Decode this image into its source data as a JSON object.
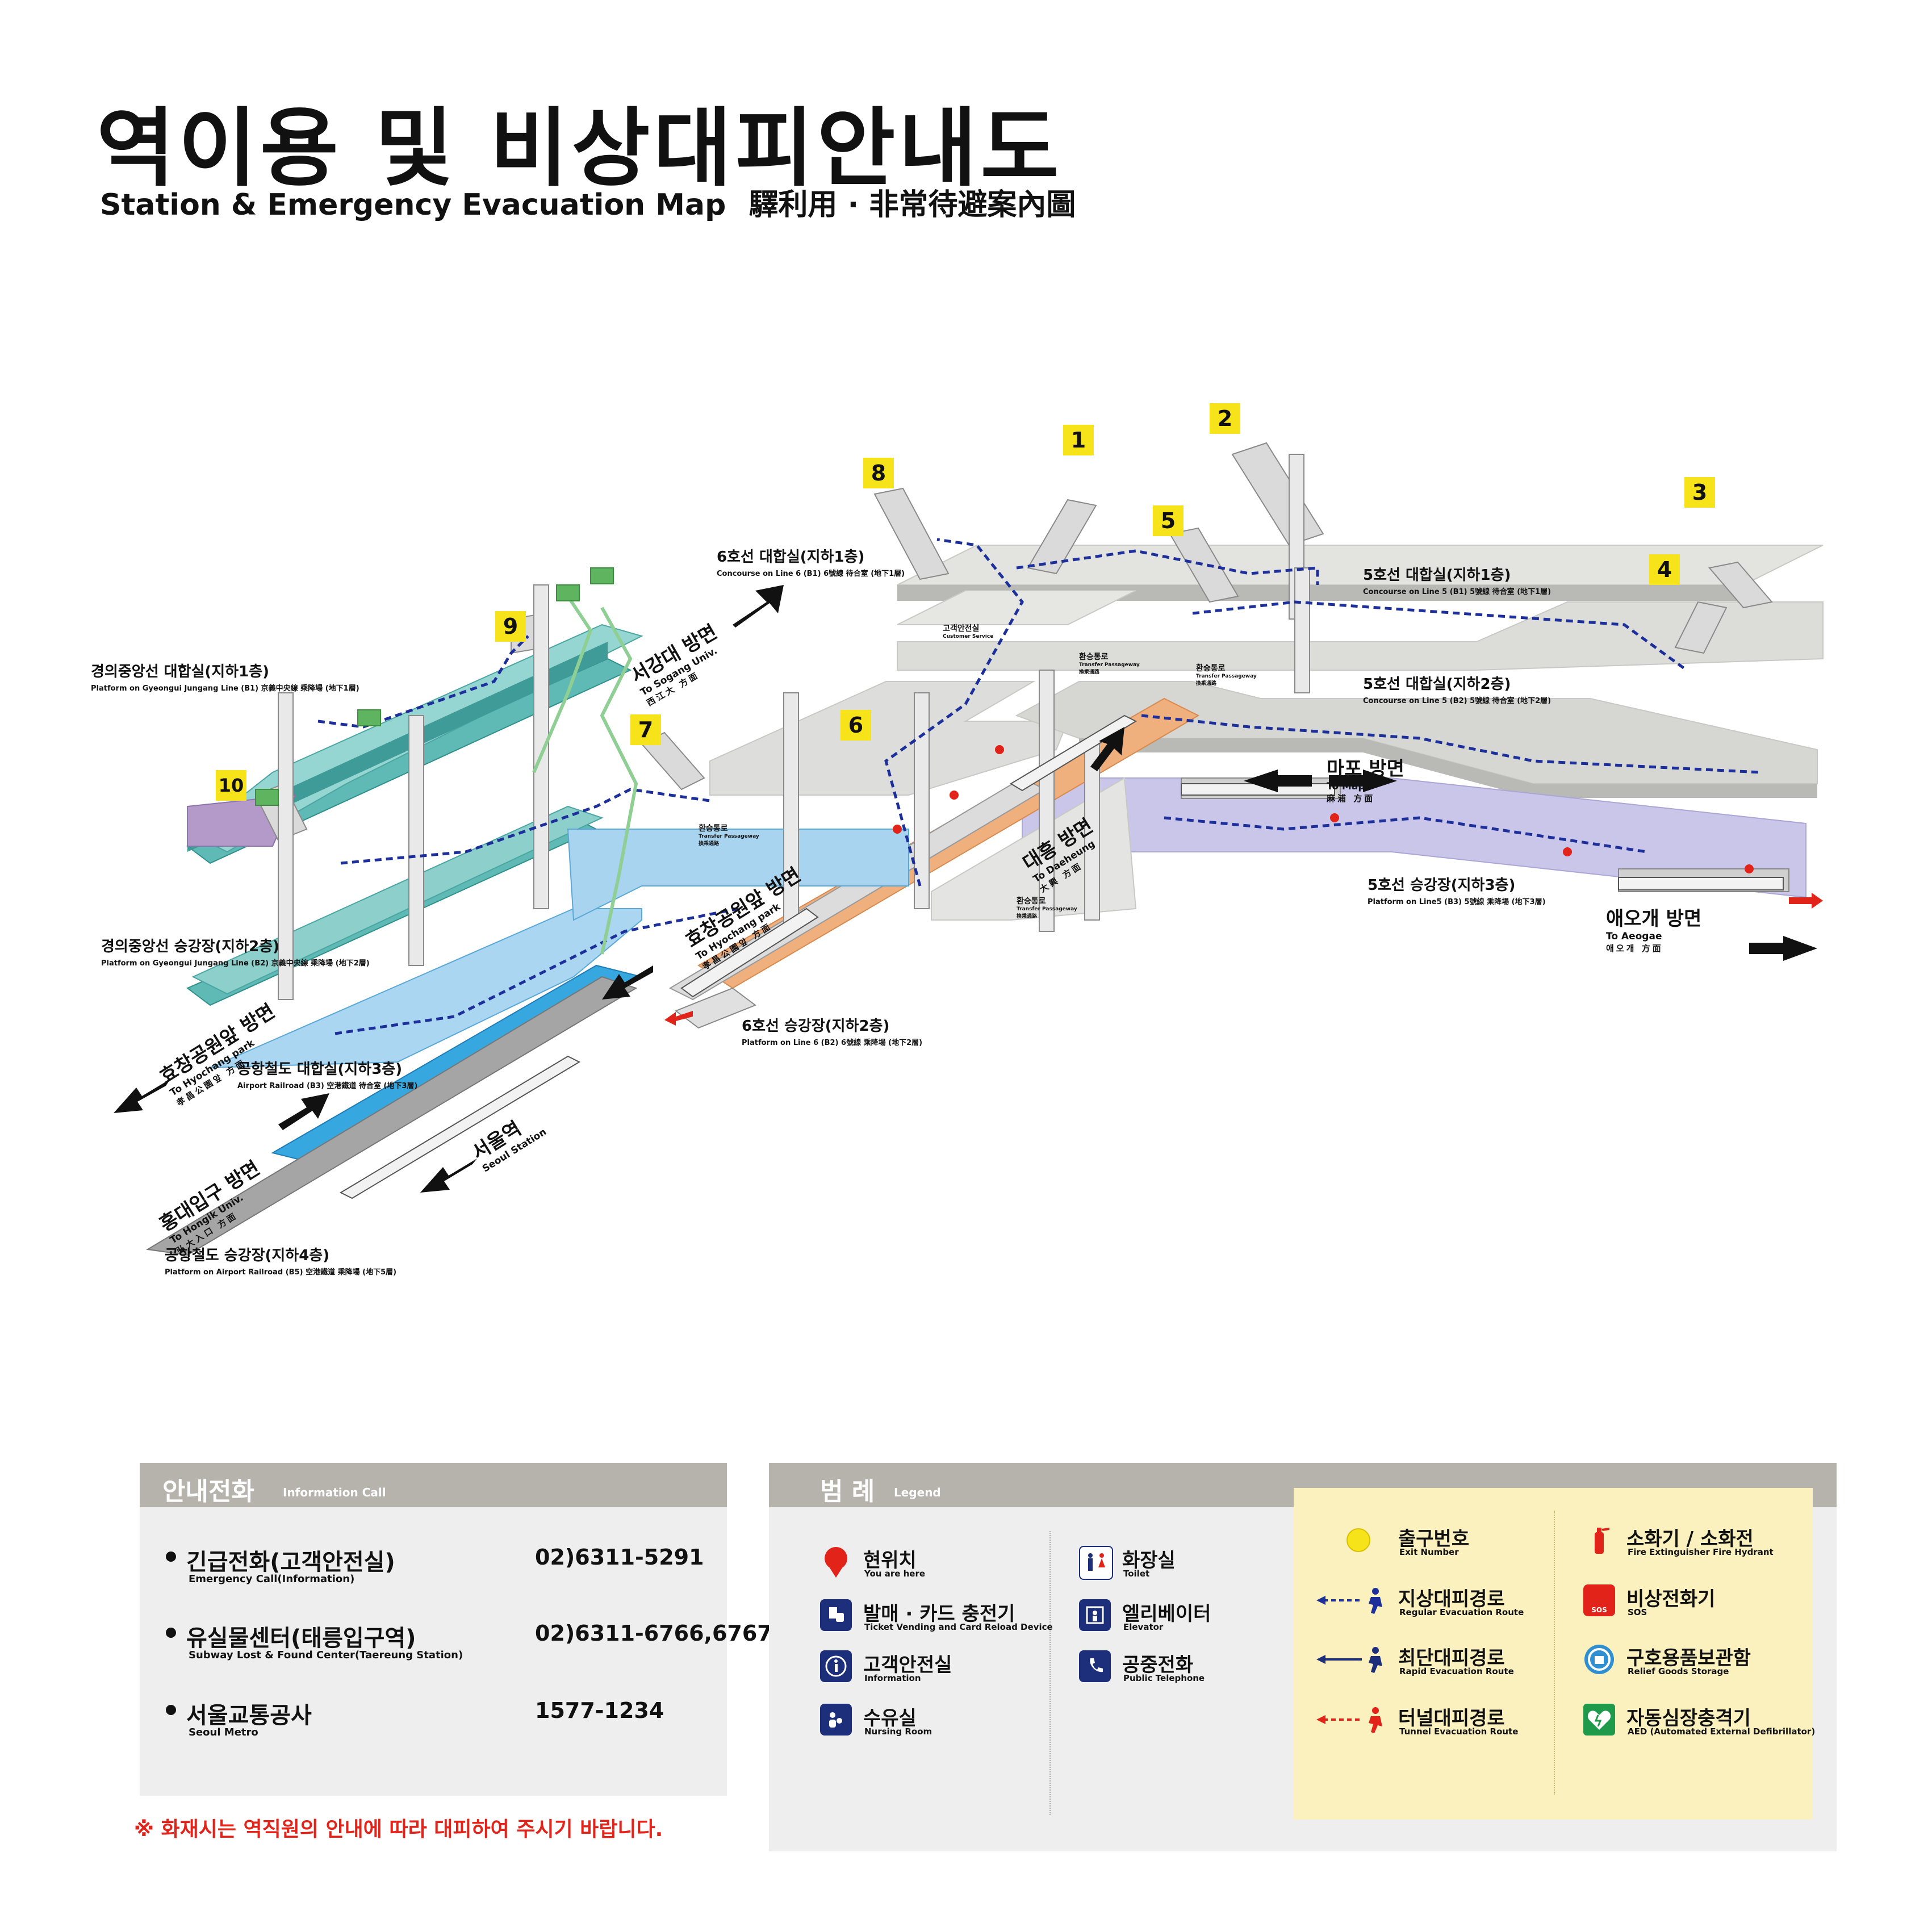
{
  "title": {
    "korean": "역이용 및 비상대피안내도",
    "english": "Station & Emergency Evacuation Map",
    "hanja": "驛利用 · 非常待避案內圖"
  },
  "exits": [
    "1",
    "2",
    "3",
    "4",
    "5",
    "6",
    "7",
    "8",
    "9",
    "10"
  ],
  "levels": {
    "line6_concourse": {
      "ko": "6호선 대합실(지하1층)",
      "en": "Concourse on Line 6 (B1)  6號線 待合室 (地下1層)"
    },
    "line5_concourse_b1": {
      "ko": "5호선 대합실(지하1층)",
      "en": "Concourse on Line 5 (B1)  5號線 待合室 (地下1層)"
    },
    "line5_concourse_b2": {
      "ko": "5호선 대합실(지하2층)",
      "en": "Concourse on Line 5 (B2)  5號線 待合室 (地下2層)"
    },
    "line5_platform": {
      "ko": "5호선 승강장(지하3층)",
      "en": "Platform on Line5 (B3)  5號線 乘降場 (地下3層)"
    },
    "line6_platform": {
      "ko": "6호선 승강장(지하2층)",
      "en": "Platform on Line 6 (B2)  6號線 乘降場 (地下2層)"
    },
    "gyeongui_b1": {
      "ko": "경의중앙선 대합실(지하1층)",
      "en": "Platform on Gyeongui Jungang Line (B1)  京義中央線 乘降場 (地下1層)"
    },
    "gyeongui_b2": {
      "ko": "경의중앙선 승강장(지하2층)",
      "en": "Platform on Gyeongui Jungang Line (B2)  京義中央線 乘降場 (地下2層)"
    },
    "airport_b3": {
      "ko": "공항철도 대합실(지하3층)",
      "en": "Airport Railroad (B3)  空港鐵道 待合室 (地下3層)"
    },
    "airport_b5": {
      "ko": "공항철도 승강장(지하4층)",
      "en": "Platform on Airport Railroad (B5)  空港鐵道 乘降場 (地下5層)"
    }
  },
  "small_labels": {
    "customer_service": "고객안전실",
    "customer_service_en": "Customer Service",
    "transfer": "환승통로",
    "transfer_en": "Transfer Passageway",
    "transfer_hanja": "換乘通路"
  },
  "directions": {
    "sogang": {
      "ko": "서강대 방면",
      "en": "To Sogang Univ.",
      "hanja": "西江大 方面"
    },
    "mapo": {
      "ko": "마포 방면",
      "en": "To Mapo",
      "hanja": "麻浦 方面"
    },
    "daeheung": {
      "ko": "대흥 방면",
      "en": "To Daeheung",
      "hanja": "大興 方面"
    },
    "aeogae": {
      "ko": "애오개 방면",
      "en": "To Aeogae",
      "hanja": "애오개 方面"
    },
    "hyochang_l6": {
      "ko": "효창공원앞 방면",
      "en": "To Hyochang park",
      "hanja": "孝昌公園앞 方面"
    },
    "hyochang_gy": {
      "ko": "효창공원앞 방면",
      "en": "To Hyochang park",
      "hanja": "孝昌公園앞 方面"
    },
    "hongik": {
      "ko": "홍대입구 방면",
      "en": "To Hongik Univ.",
      "hanja": "弘大入口 方面"
    },
    "seoul": {
      "ko": "서울역",
      "en": "Seoul Station"
    }
  },
  "info_call": {
    "heading_ko": "안내전화",
    "heading_en": "Information Call",
    "rows": [
      {
        "ko": "긴급전화(고객안전실)",
        "en": "Emergency Call(Information)",
        "number": "02)6311-5291"
      },
      {
        "ko": "유실물센터(태릉입구역)",
        "en": "Subway Lost & Found Center(Taereung Station)",
        "number": "02)6311-6766,6767"
      },
      {
        "ko": "서울교통공사",
        "en": "Seoul Metro",
        "number": "1577-1234"
      }
    ]
  },
  "fire_notice": "※ 화재시는 역직원의 안내에 따라 대피하여 주시기 바랍니다.",
  "legend": {
    "heading_ko": "범 례",
    "heading_en": "Legend",
    "items": [
      {
        "ko": "현위치",
        "en": "You are here"
      },
      {
        "ko": "발매 · 카드 충전기",
        "en": "Ticket Vending and Card Reload Device"
      },
      {
        "ko": "고객안전실",
        "en": "Information"
      },
      {
        "ko": "수유실",
        "en": "Nursing Room"
      },
      {
        "ko": "화장실",
        "en": "Toilet"
      },
      {
        "ko": "엘리베이터",
        "en": "Elevator"
      },
      {
        "ko": "공중전화",
        "en": "Public Telephone"
      }
    ],
    "evac_items": [
      {
        "ko": "출구번호",
        "en": "Exit Number"
      },
      {
        "ko": "지상대피경로",
        "en": "Regular Evacuation Route"
      },
      {
        "ko": "최단대피경로",
        "en": "Rapid Evacuation Route"
      },
      {
        "ko": "터널대피경로",
        "en": "Tunnel Evacuation Route"
      },
      {
        "ko": "소화기 / 소화전",
        "en": "Fire Extinguisher    Fire Hydrant"
      },
      {
        "ko": "비상전화기",
        "en": "SOS"
      },
      {
        "ko": "구호용품보관함",
        "en": "Relief Goods Storage"
      },
      {
        "ko": "자동심장충격기",
        "en": "AED (Automated External Defibrillator)"
      }
    ],
    "sos_glyph": "SOS"
  },
  "colors": {
    "exit_yellow": "#f7e31a",
    "navy": "#1d2f7a",
    "route_blue": "#1d2f9a",
    "red": "#e2231a",
    "concourse_gray": "#d9d9d6",
    "gyeongui_teal": "#5fb9b5",
    "airport_blue": "#37a7e0",
    "line6_orange": "#f0b07e",
    "line5_lavender": "#c9c6ea",
    "header_gray": "#b6b3ad",
    "panel_gray": "#eeeeee",
    "legend_cream": "#fbf1bf"
  }
}
